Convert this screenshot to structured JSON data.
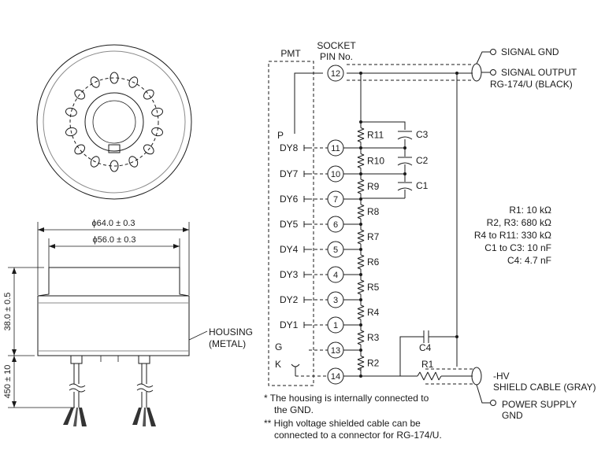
{
  "mechanical": {
    "dim_outer": "ϕ64.0 ± 0.3",
    "dim_inner": "ϕ56.0 ± 0.3",
    "dim_height": "38.0 ± 0.5",
    "dim_cable": "450 ± 10",
    "housing_line1": "HOUSING",
    "housing_line2": "(METAL)"
  },
  "schematic": {
    "pmt_label": "PMT",
    "socket_line1": "SOCKET",
    "socket_line2": "PIN No.",
    "pins": [
      {
        "label": "P",
        "num": "12"
      },
      {
        "label": "DY8",
        "num": "11"
      },
      {
        "label": "DY7",
        "num": "10"
      },
      {
        "label": "DY6",
        "num": "7"
      },
      {
        "label": "DY5",
        "num": "6"
      },
      {
        "label": "DY4",
        "num": "5"
      },
      {
        "label": "DY3",
        "num": "4"
      },
      {
        "label": "DY2",
        "num": "3"
      },
      {
        "label": "DY1",
        "num": "1"
      },
      {
        "label": "G",
        "num": "13"
      },
      {
        "label": "K",
        "num": "14"
      }
    ],
    "resistors": [
      "R11",
      "R10",
      "R9",
      "R8",
      "R7",
      "R6",
      "R5",
      "R4",
      "R3",
      "R2"
    ],
    "capacitors": [
      "C3",
      "C2",
      "C1"
    ],
    "c4": "C4",
    "r1": "R1",
    "signal_gnd": "SIGNAL GND",
    "signal_output_line1": "SIGNAL OUTPUT",
    "signal_output_line2": "RG-174/U (BLACK)",
    "hv": "-HV",
    "shield_cable": "SHIELD CABLE (GRAY)",
    "power_gnd_line1": "POWER SUPPLY",
    "power_gnd_line2": "GND",
    "values": [
      "R1: 10 kΩ",
      "R2, R3: 680 kΩ",
      "R4 to R11: 330 kΩ",
      "C1 to C3: 10 nF",
      "C4: 4.7 nF"
    ],
    "note1_line1": "*  The housing is internally connected to",
    "note1_line2": "the GND.",
    "note2_line1": "** High voltage shielded cable can be",
    "note2_line2": "connected to a connector for RG-174/U."
  }
}
